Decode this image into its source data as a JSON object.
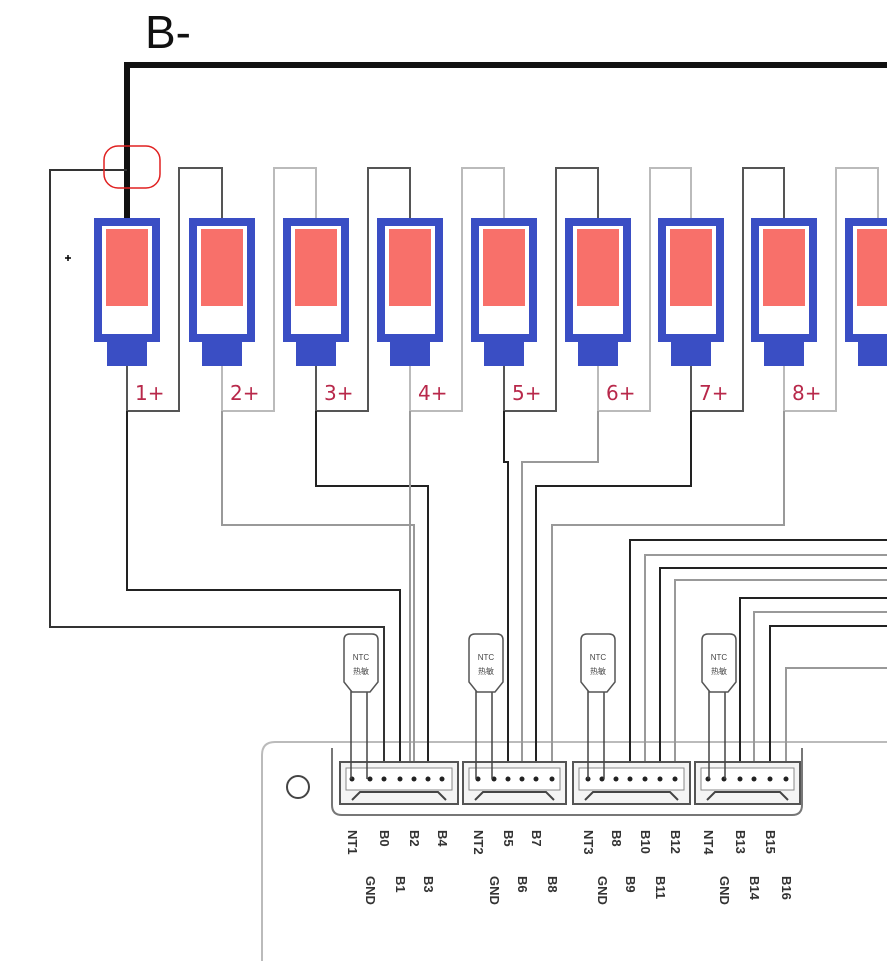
{
  "diagram": {
    "bus_label": "B-",
    "cells": [
      "1+",
      "2+",
      "3+",
      "4+",
      "5+",
      "6+",
      "7+",
      "8+"
    ],
    "ntc": {
      "line1": "NTC",
      "line2": "热敏"
    },
    "connectors": [
      {
        "top": [
          "NT1",
          "B0",
          "B2",
          "B4"
        ],
        "bottom": [
          "GND",
          "B1",
          "B3"
        ]
      },
      {
        "top": [
          "NT2",
          "B5",
          "B7"
        ],
        "bottom": [
          "GND",
          "B6",
          "B8"
        ]
      },
      {
        "top": [
          "NT3",
          "B8",
          "B10",
          "B12"
        ],
        "bottom": [
          "GND",
          "B9",
          "B11"
        ]
      },
      {
        "top": [
          "NT4",
          "B13",
          "B15"
        ],
        "bottom": [
          "GND",
          "B14",
          "B16"
        ]
      }
    ],
    "colors": {
      "cell_frame": "#3a4ec4",
      "cell_fill": "#f8706a",
      "label": "#b8284a",
      "annotation": "#e02020"
    }
  }
}
